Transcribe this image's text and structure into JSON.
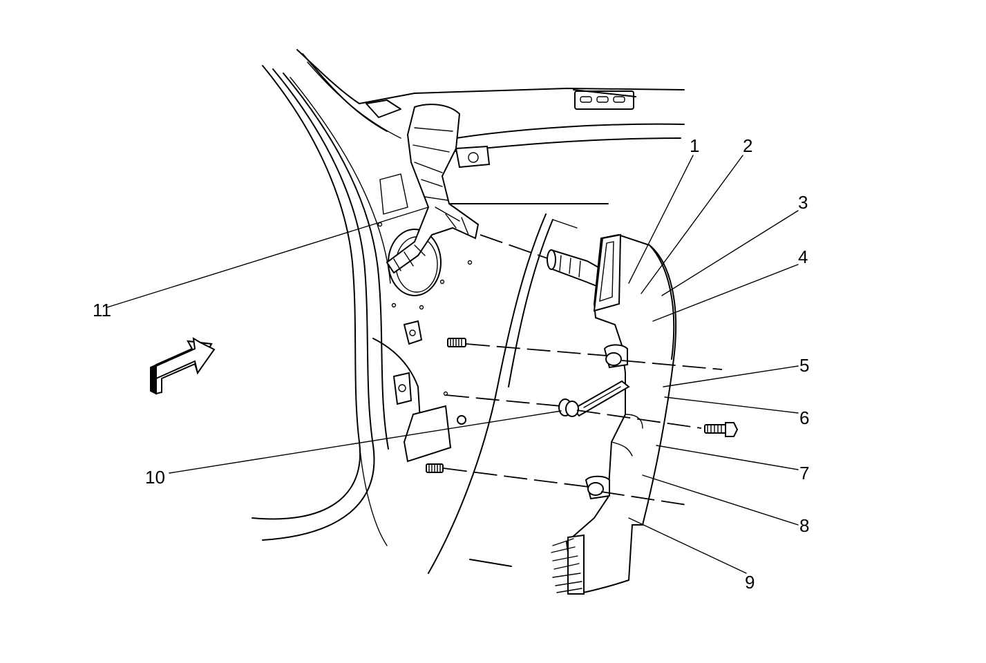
{
  "callouts": [
    {
      "id": "1",
      "text": "1"
    },
    {
      "id": "2",
      "text": "2"
    },
    {
      "id": "3",
      "text": "3"
    },
    {
      "id": "4",
      "text": "4"
    },
    {
      "id": "5",
      "text": "5"
    },
    {
      "id": "6",
      "text": "6"
    },
    {
      "id": "7",
      "text": "7"
    },
    {
      "id": "8",
      "text": "8"
    },
    {
      "id": "9",
      "text": "9"
    },
    {
      "id": "10",
      "text": "10"
    },
    {
      "id": "11",
      "text": "11"
    }
  ],
  "icons": {
    "direction_arrow": "forward-arrow-icon",
    "bolt": "bolt-icon",
    "stud": "stud-icon",
    "grommet": "grommet-icon"
  },
  "colors": {
    "line": "#000000",
    "background": "#ffffff"
  }
}
